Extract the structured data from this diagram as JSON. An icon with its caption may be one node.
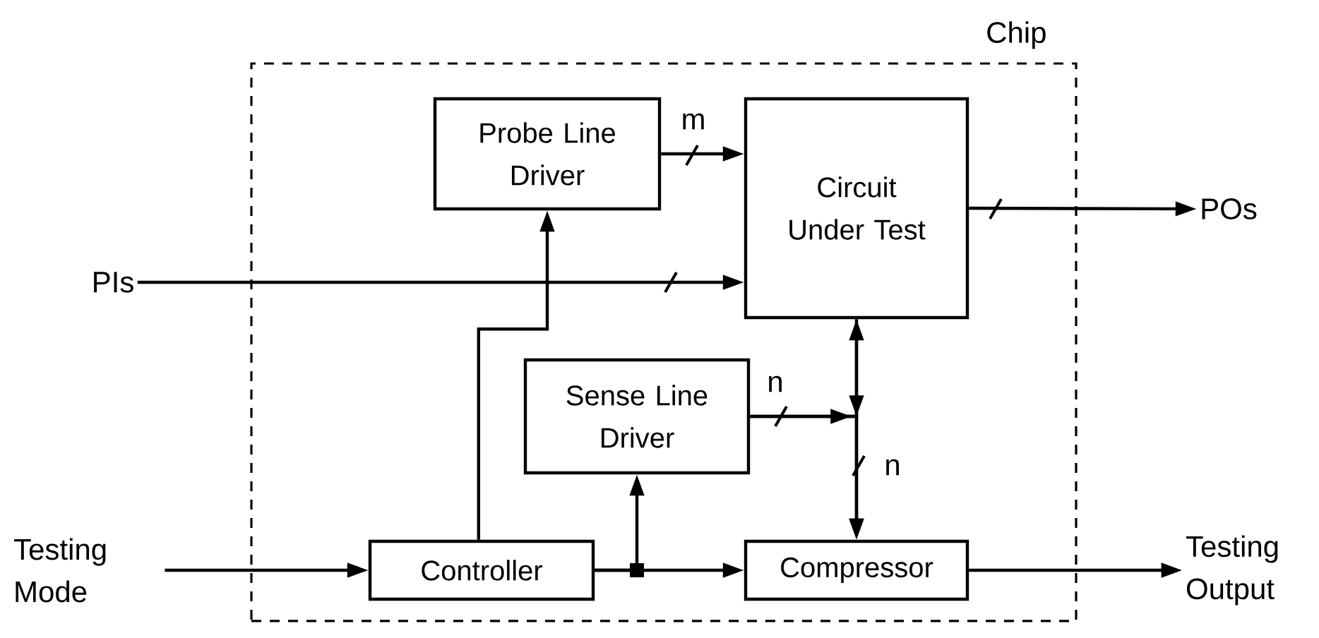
{
  "diagram": {
    "nodes": [
      {
        "text": [
          "Chip"
        ]
      },
      {
        "text": [
          "Probe Line Driver"
        ],
        "in": 0
      },
      {
        "text": [
          "Circuit Under Test"
        ],
        "in": 0
      },
      {
        "text": [
          "Sense Line Driver"
        ],
        "in": 0
      },
      {
        "text": [
          "Controller"
        ],
        "in": 0
      },
      {
        "text": [
          "Compressor"
        ],
        "in": 0
      },
      {
        "text": [
          "PIs"
        ]
      },
      {
        "text": [
          "POs"
        ]
      },
      {
        "text": [
          "Testing Mode"
        ]
      },
      {
        "text": [
          "Testing Output"
        ]
      }
    ],
    "edges": [
      {
        "from": 8,
        "to": 4,
        "arrow": "to"
      },
      {
        "from": 6,
        "to": 2,
        "arrow": "to"
      },
      {
        "from": 1,
        "to": 2,
        "arrow": "to",
        "label": "m"
      },
      {
        "from": 2,
        "to": 7,
        "arrow": "to"
      },
      {
        "from": 4,
        "to": 1,
        "arrow": "to"
      },
      {
        "from": 4,
        "to": 3,
        "arrow": "to"
      },
      {
        "from": 4,
        "to": 5,
        "arrow": "to"
      },
      {
        "from": 3,
        "to": 2,
        "arrow": "to",
        "label": "n"
      },
      {
        "from": 3,
        "to": 5,
        "arrow": "to"
      },
      {
        "from": 2,
        "to": 5,
        "arrow": "to",
        "label": "n"
      },
      {
        "from": 5,
        "to": 9,
        "arrow": "to"
      }
    ]
  }
}
